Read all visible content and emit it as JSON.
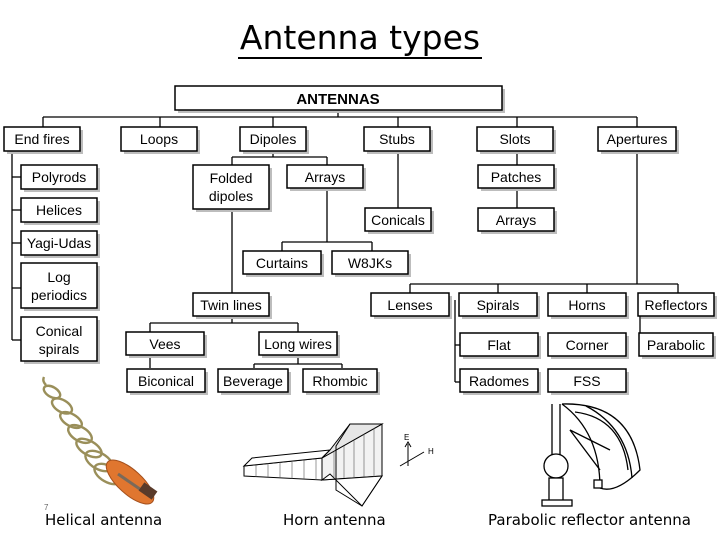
{
  "title": "Antenna types",
  "root": "ANTENNAS",
  "nodes": {
    "endfires": "End fires",
    "loops": "Loops",
    "dipoles": "Dipoles",
    "stubs": "Stubs",
    "slots": "Slots",
    "apertures": "Apertures",
    "polyrods": "Polyrods",
    "helices": "Helices",
    "yagi": "Yagi-Udas",
    "log1": "Log",
    "log2": "periodics",
    "conical1": "Conical",
    "conical2": "spirals",
    "folded1": "Folded",
    "folded2": "dipoles",
    "arrays_d": "Arrays",
    "conicals": "Conicals",
    "patches": "Patches",
    "arrays_s": "Arrays",
    "curtains": "Curtains",
    "w8jks": "W8JKs",
    "twinlines": "Twin lines",
    "lenses": "Lenses",
    "spirals": "Spirals",
    "horns": "Horns",
    "reflectors": "Reflectors",
    "vees": "Vees",
    "longwires": "Long wires",
    "biconical": "Biconical",
    "beverage": "Beverage",
    "rhombic": "Rhombic",
    "flat": "Flat",
    "corner": "Corner",
    "parabolic": "Parabolic",
    "radomes": "Radomes",
    "fss": "FSS"
  },
  "horn_axes": {
    "e": "E",
    "h": "H"
  },
  "captions": {
    "helical": "Helical antenna",
    "horn": "Horn antenna",
    "parabolic": "Parabolic reflector antenna"
  },
  "page_number": "7"
}
